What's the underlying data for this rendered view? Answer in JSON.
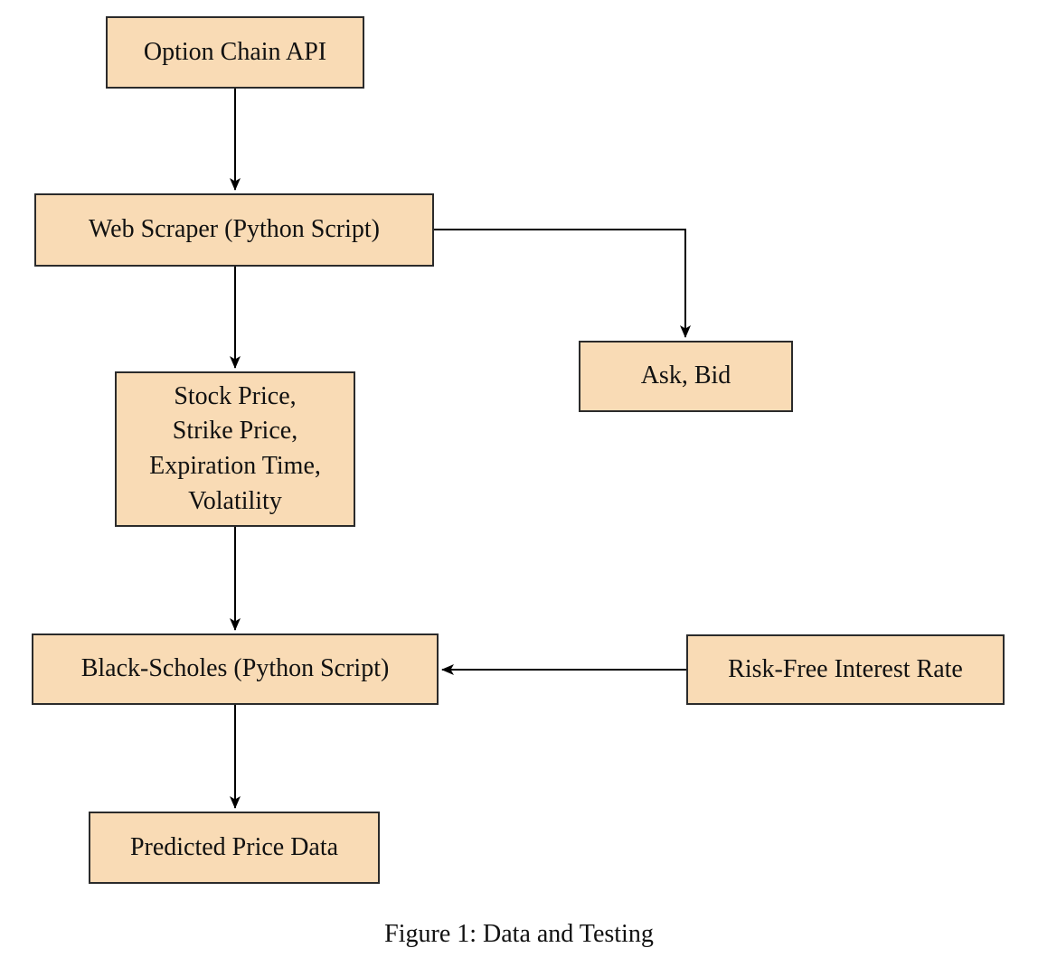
{
  "figure": {
    "caption": "Figure 1: Data and Testing"
  },
  "diagram": {
    "type": "flowchart",
    "background": "#FFFFFF",
    "node_fill": "#F9DBB5",
    "node_border": "#2B2B2B",
    "arrow_color": "#000000",
    "nodes": {
      "option_chain_api": {
        "label": "Option Chain API"
      },
      "web_scraper": {
        "label": "Web Scraper (Python Script)"
      },
      "scraped_fields": {
        "label": "Stock Price,\nStrike Price,\nExpiration Time,\nVolatility"
      },
      "ask_bid": {
        "label": "Ask, Bid"
      },
      "black_scholes": {
        "label": "Black-Scholes (Python Script)"
      },
      "risk_free_rate": {
        "label": "Risk-Free Interest Rate"
      },
      "predicted_price_data": {
        "label": "Predicted Price Data"
      }
    },
    "edges": [
      {
        "from": "option_chain_api",
        "to": "web_scraper",
        "style": "straight-down"
      },
      {
        "from": "web_scraper",
        "to": "scraped_fields",
        "style": "straight-down"
      },
      {
        "from": "web_scraper",
        "to": "ask_bid",
        "style": "right-then-down"
      },
      {
        "from": "scraped_fields",
        "to": "black_scholes",
        "style": "straight-down"
      },
      {
        "from": "risk_free_rate",
        "to": "black_scholes",
        "style": "straight-left"
      },
      {
        "from": "black_scholes",
        "to": "predicted_price_data",
        "style": "straight-down"
      }
    ]
  }
}
